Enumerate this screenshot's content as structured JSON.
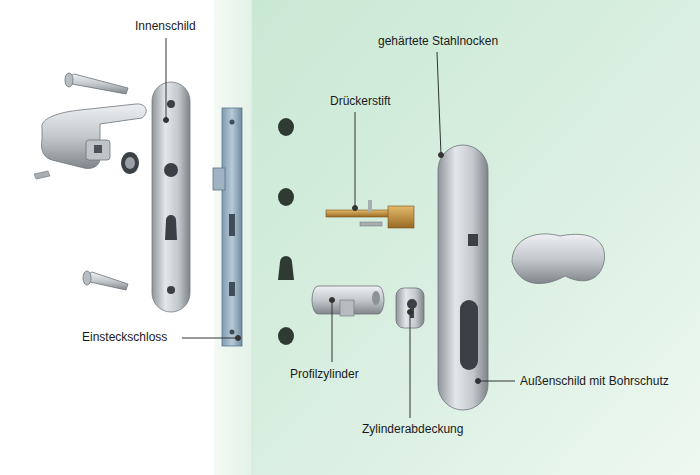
{
  "diagram": {
    "labels": [
      "Innenschild",
      "gehärtete Stahlnocken",
      "Drückerstift",
      "Einsteckschloss",
      "Profilzylinder",
      "Zylinderabdeckung",
      "Außenschild mit Bohrschutz"
    ]
  }
}
